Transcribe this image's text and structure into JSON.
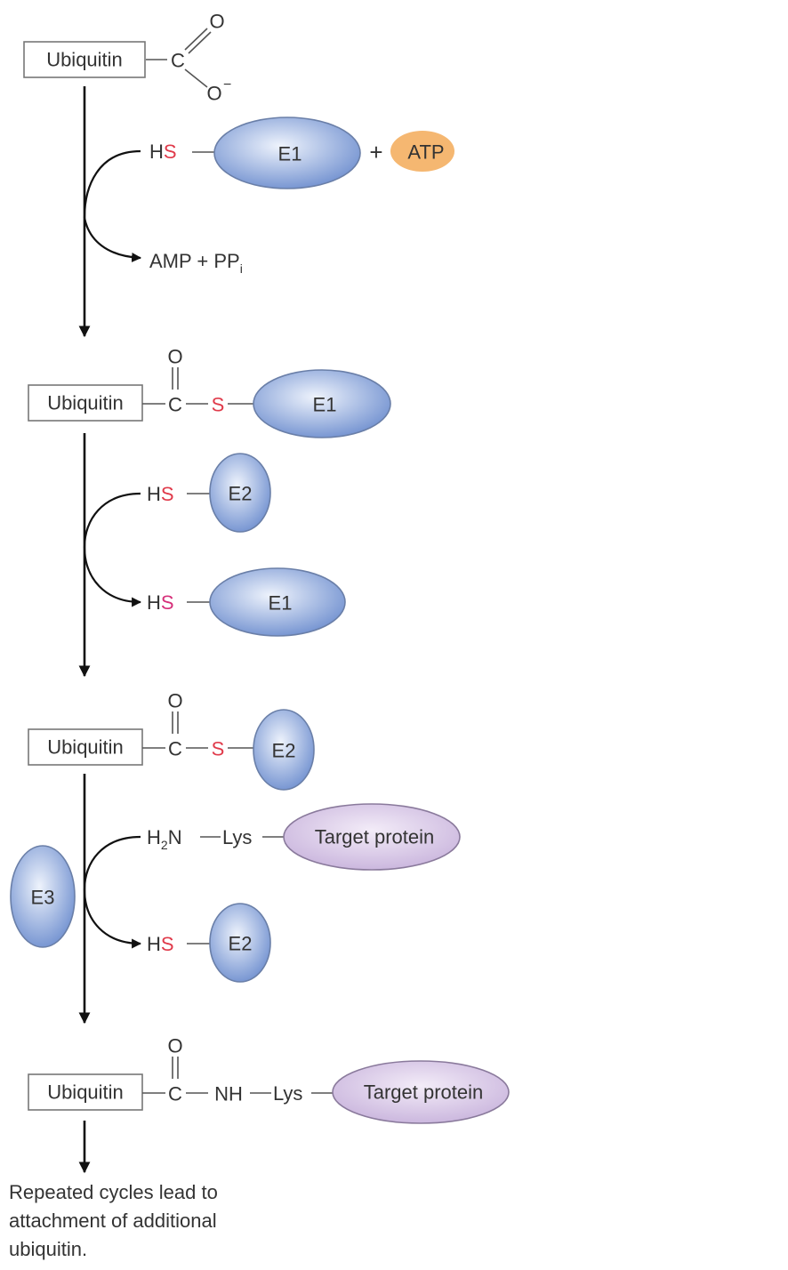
{
  "colors": {
    "enzyme": "#7f9dd6",
    "atp": "#f5b771",
    "target": "#d9c9e9",
    "sulfur": "#e03a4a"
  },
  "step1": {
    "ubiquitin": "Ubiquitin",
    "carbon": "C",
    "oxygen": "O",
    "oxide": "O",
    "charge": "−",
    "hs_h": "H",
    "hs_s": "S",
    "enzyme": "E1",
    "plus": "+",
    "atp": "ATP",
    "products": "AMP + PP",
    "products_sub": "i"
  },
  "step2": {
    "ubiquitin": "Ubiquitin",
    "carbon": "C",
    "oxygen": "O",
    "sulfur": "S",
    "enzyme": "E1",
    "in_h": "H",
    "in_s": "S",
    "in_enzyme": "E2",
    "out_h": "H",
    "out_s": "S",
    "out_enzyme": "E1"
  },
  "step3": {
    "ubiquitin": "Ubiquitin",
    "carbon": "C",
    "oxygen": "O",
    "sulfur": "S",
    "enzyme": "E2",
    "e3": "E3",
    "amine_h": "H",
    "amine_sub": "2",
    "amine_n": "N",
    "lys": "Lys",
    "target": "Target protein",
    "out_h": "H",
    "out_s": "S",
    "out_enzyme": "E2"
  },
  "step4": {
    "ubiquitin": "Ubiquitin",
    "carbon": "C",
    "oxygen": "O",
    "nh": "NH",
    "lys": "Lys",
    "target": "Target protein"
  },
  "caption": [
    "Repeated cycles lead to",
    "attachment of additional",
    "ubiquitin."
  ]
}
